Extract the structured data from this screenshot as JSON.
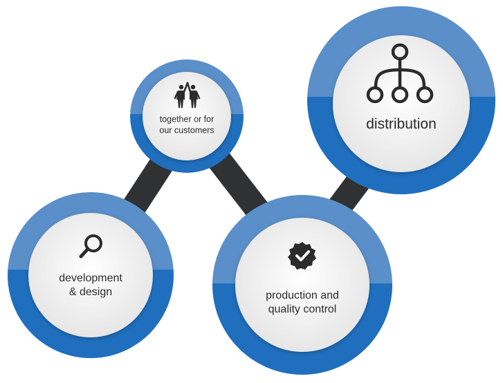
{
  "nodes": {
    "development": {
      "label_line1": "development",
      "label_line2": "& design",
      "icon": "search-icon"
    },
    "together": {
      "label_line1": "together or for",
      "label_line2": "our customers",
      "icon": "people-high-five-icon"
    },
    "production": {
      "label_line1": "production and",
      "label_line2": "quality control",
      "icon": "checkmark-badge-icon"
    },
    "distribution": {
      "label": "distribution",
      "icon": "network-hierarchy-icon"
    }
  },
  "colors": {
    "ring_top": "#5b8fc9",
    "ring_bottom": "#1f6fbe",
    "connector": "#2f3133",
    "inner_fill": "#f4f4f4",
    "icon": "#2b2b2b"
  }
}
